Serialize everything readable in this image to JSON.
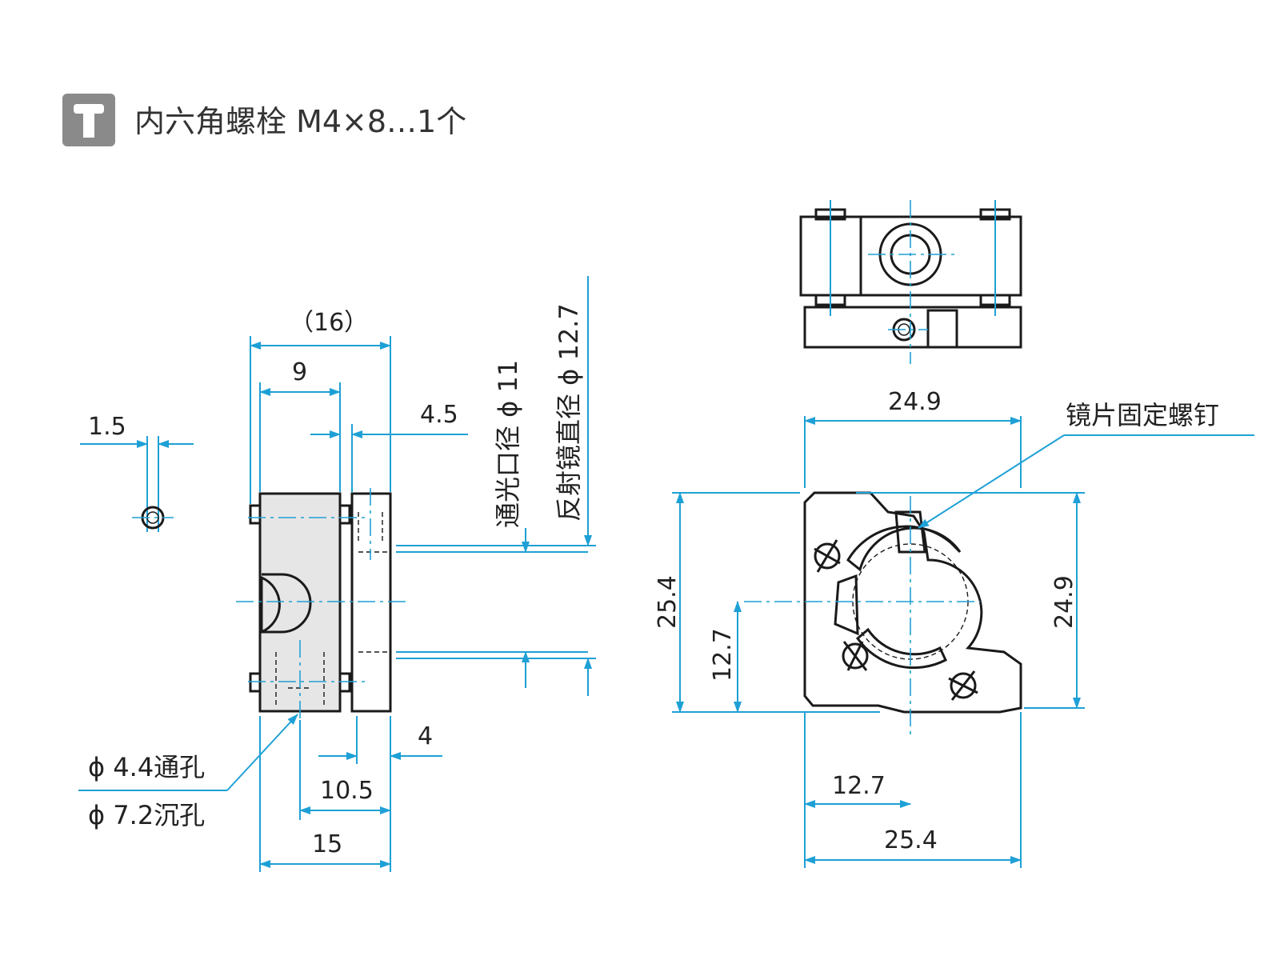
{
  "header": {
    "title": "内六角螺栓 M4×8…1个",
    "icon": "bolt-icon"
  },
  "side_view": {
    "dim_16": "（16）",
    "dim_9": "9",
    "dim_4_5": "4.5",
    "dim_1_5": "1.5",
    "dim_4": "4",
    "dim_10_5": "10.5",
    "dim_15": "15",
    "clear_aperture": "通光口径 ϕ 11",
    "mirror_diameter": "反射镜直径 ϕ 12.7",
    "hole_through": "ϕ 4.4通孔",
    "hole_counterbore": "ϕ 7.2沉孔"
  },
  "front_view": {
    "width_top": "24.9",
    "height_left": "25.4",
    "half_height": "12.7",
    "height_right": "24.9",
    "half_width": "12.7",
    "width_bottom": "25.4",
    "mirror_screw_label": "镜片固定螺钉"
  },
  "colors": {
    "dimension": "#1ea0d6",
    "outline": "#1a1a1a",
    "icon_bg": "#8a8a8a"
  }
}
